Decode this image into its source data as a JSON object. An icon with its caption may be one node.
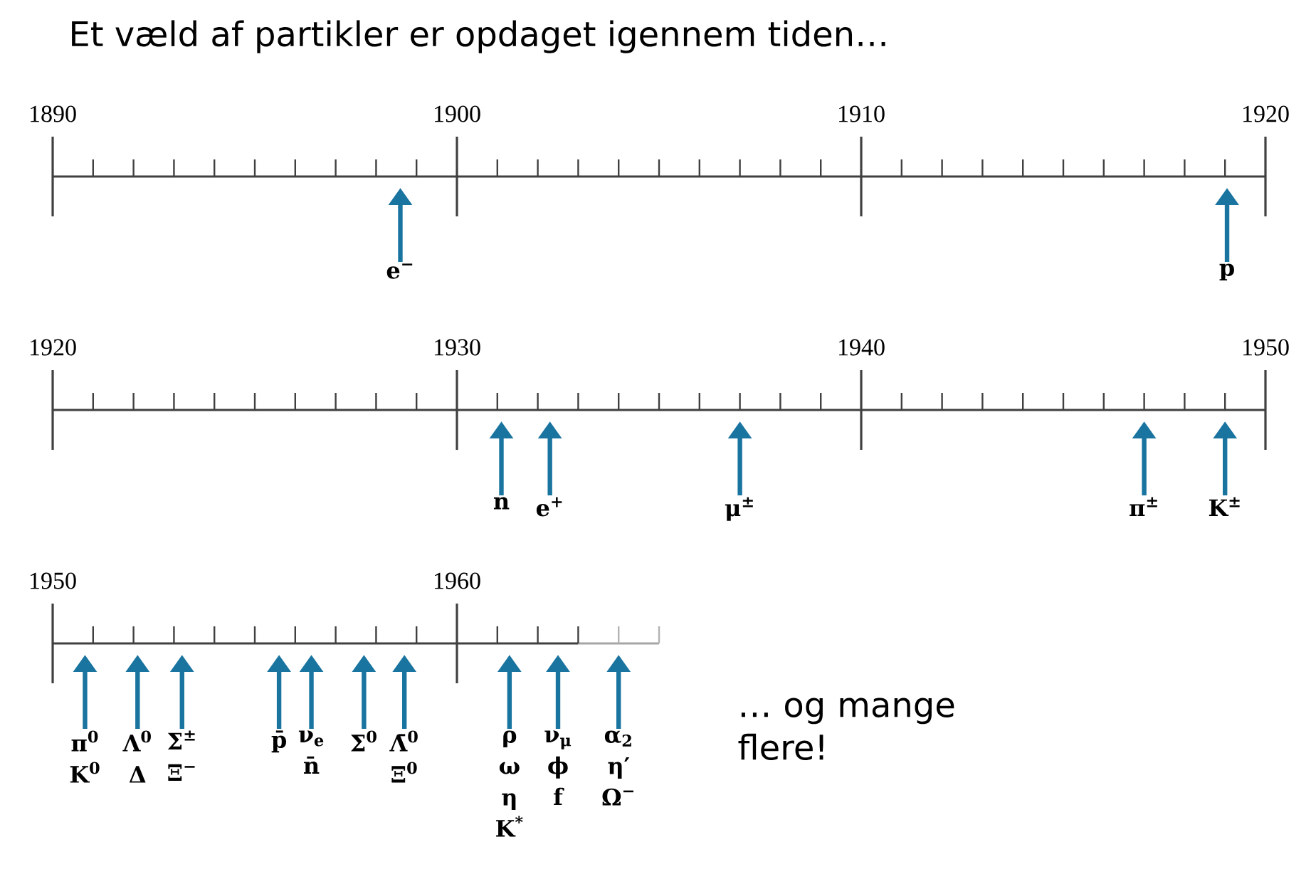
{
  "diagram": {
    "title": "Et væld af partikler er opdaget igennem tiden…",
    "nodes": [
      {
        "text": [
          "e$^{−}$"
        ]
      },
      {
        "text": [
          "p"
        ]
      },
      {
        "text": [
          "n"
        ]
      },
      {
        "text": [
          "e$^{+}$"
        ]
      },
      {
        "text": [
          "μ$^{±}$"
        ]
      },
      {
        "text": [
          "π$^{±}$"
        ]
      },
      {
        "text": [
          "K$^{±}$"
        ]
      },
      {
        "text": [
          "π$^{0}$",
          "K$^{0}$"
        ]
      },
      {
        "text": [
          "Λ$^{0}$",
          "Δ"
        ]
      },
      {
        "text": [
          "Σ$^{±}$",
          "Ξ$^{−}$"
        ]
      },
      {
        "text": [
          "p̄"
        ]
      },
      {
        "text": [
          "ν$_{e}$",
          "n̄"
        ]
      },
      {
        "text": [
          "Σ$^{0}$"
        ]
      },
      {
        "text": [
          "Λ̄$^{0}$",
          "Ξ$^{0}$"
        ]
      },
      {
        "text": [
          "ρ",
          "ω",
          "η",
          "K$^{*}$"
        ]
      },
      {
        "text": [
          "ν$_{μ}$",
          "ϕ",
          "f"
        ]
      },
      {
        "text": [
          "α$_{2}$",
          "η′",
          "Ω$^{−}$"
        ]
      }
    ],
    "edges": [
      {
        "from": 0,
        "to": null,
        "arrow": "to"
      },
      {
        "from": 1,
        "to": null,
        "arrow": "to"
      },
      {
        "from": 2,
        "to": null,
        "arrow": "to"
      },
      {
        "from": 3,
        "to": null,
        "arrow": "to"
      },
      {
        "from": 4,
        "to": null,
        "arrow": "to"
      },
      {
        "from": 5,
        "to": null,
        "arrow": "to"
      },
      {
        "from": 6,
        "to": null,
        "arrow": "to"
      },
      {
        "from": 7,
        "to": null,
        "arrow": "to"
      },
      {
        "from": 8,
        "to": null,
        "arrow": "to"
      },
      {
        "from": 9,
        "to": null,
        "arrow": "to"
      },
      {
        "from": 10,
        "to": null,
        "arrow": "to"
      },
      {
        "from": 11,
        "to": null,
        "arrow": "to"
      },
      {
        "from": 12,
        "to": null,
        "arrow": "to"
      },
      {
        "from": 13,
        "to": null,
        "arrow": "to"
      },
      {
        "from": 14,
        "to": null,
        "arrow": "to"
      },
      {
        "from": 15,
        "to": null,
        "arrow": "to"
      },
      {
        "from": 16,
        "to": null,
        "arrow": "to"
      }
    ],
    "labels": [
      "1890",
      "1900",
      "1910",
      "1920",
      "1920",
      "1930",
      "1940",
      "1950",
      "1950",
      "1960",
      "… og mange flere!"
    ]
  }
}
